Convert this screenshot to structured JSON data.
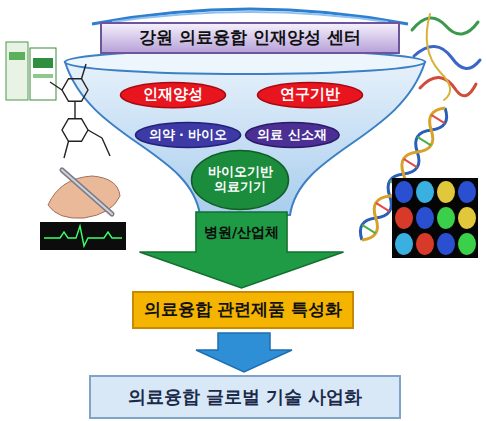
{
  "diagram": {
    "nodes": [
      {
        "text": [
          "강원 의료융합 인재양성 센터"
        ]
      },
      {
        "text": [
          "인재양성"
        ]
      },
      {
        "text": [
          "연구기반"
        ]
      },
      {
        "text": [
          "의약 · 바이오"
        ]
      },
      {
        "text": [
          "의료 신소재"
        ]
      },
      {
        "text": [
          "바이오기반 의료기기"
        ]
      },
      {
        "text": [
          "의료융합 관련제품 특성화"
        ]
      },
      {
        "text": [
          "의료융합 글로벌 기술 사업화"
        ]
      }
    ],
    "edges": [
      {
        "from": 5,
        "to": 6,
        "label": "병원/산업체",
        "arrow": "to"
      },
      {
        "from": 6,
        "to": 7,
        "arrow": "to"
      }
    ]
  }
}
